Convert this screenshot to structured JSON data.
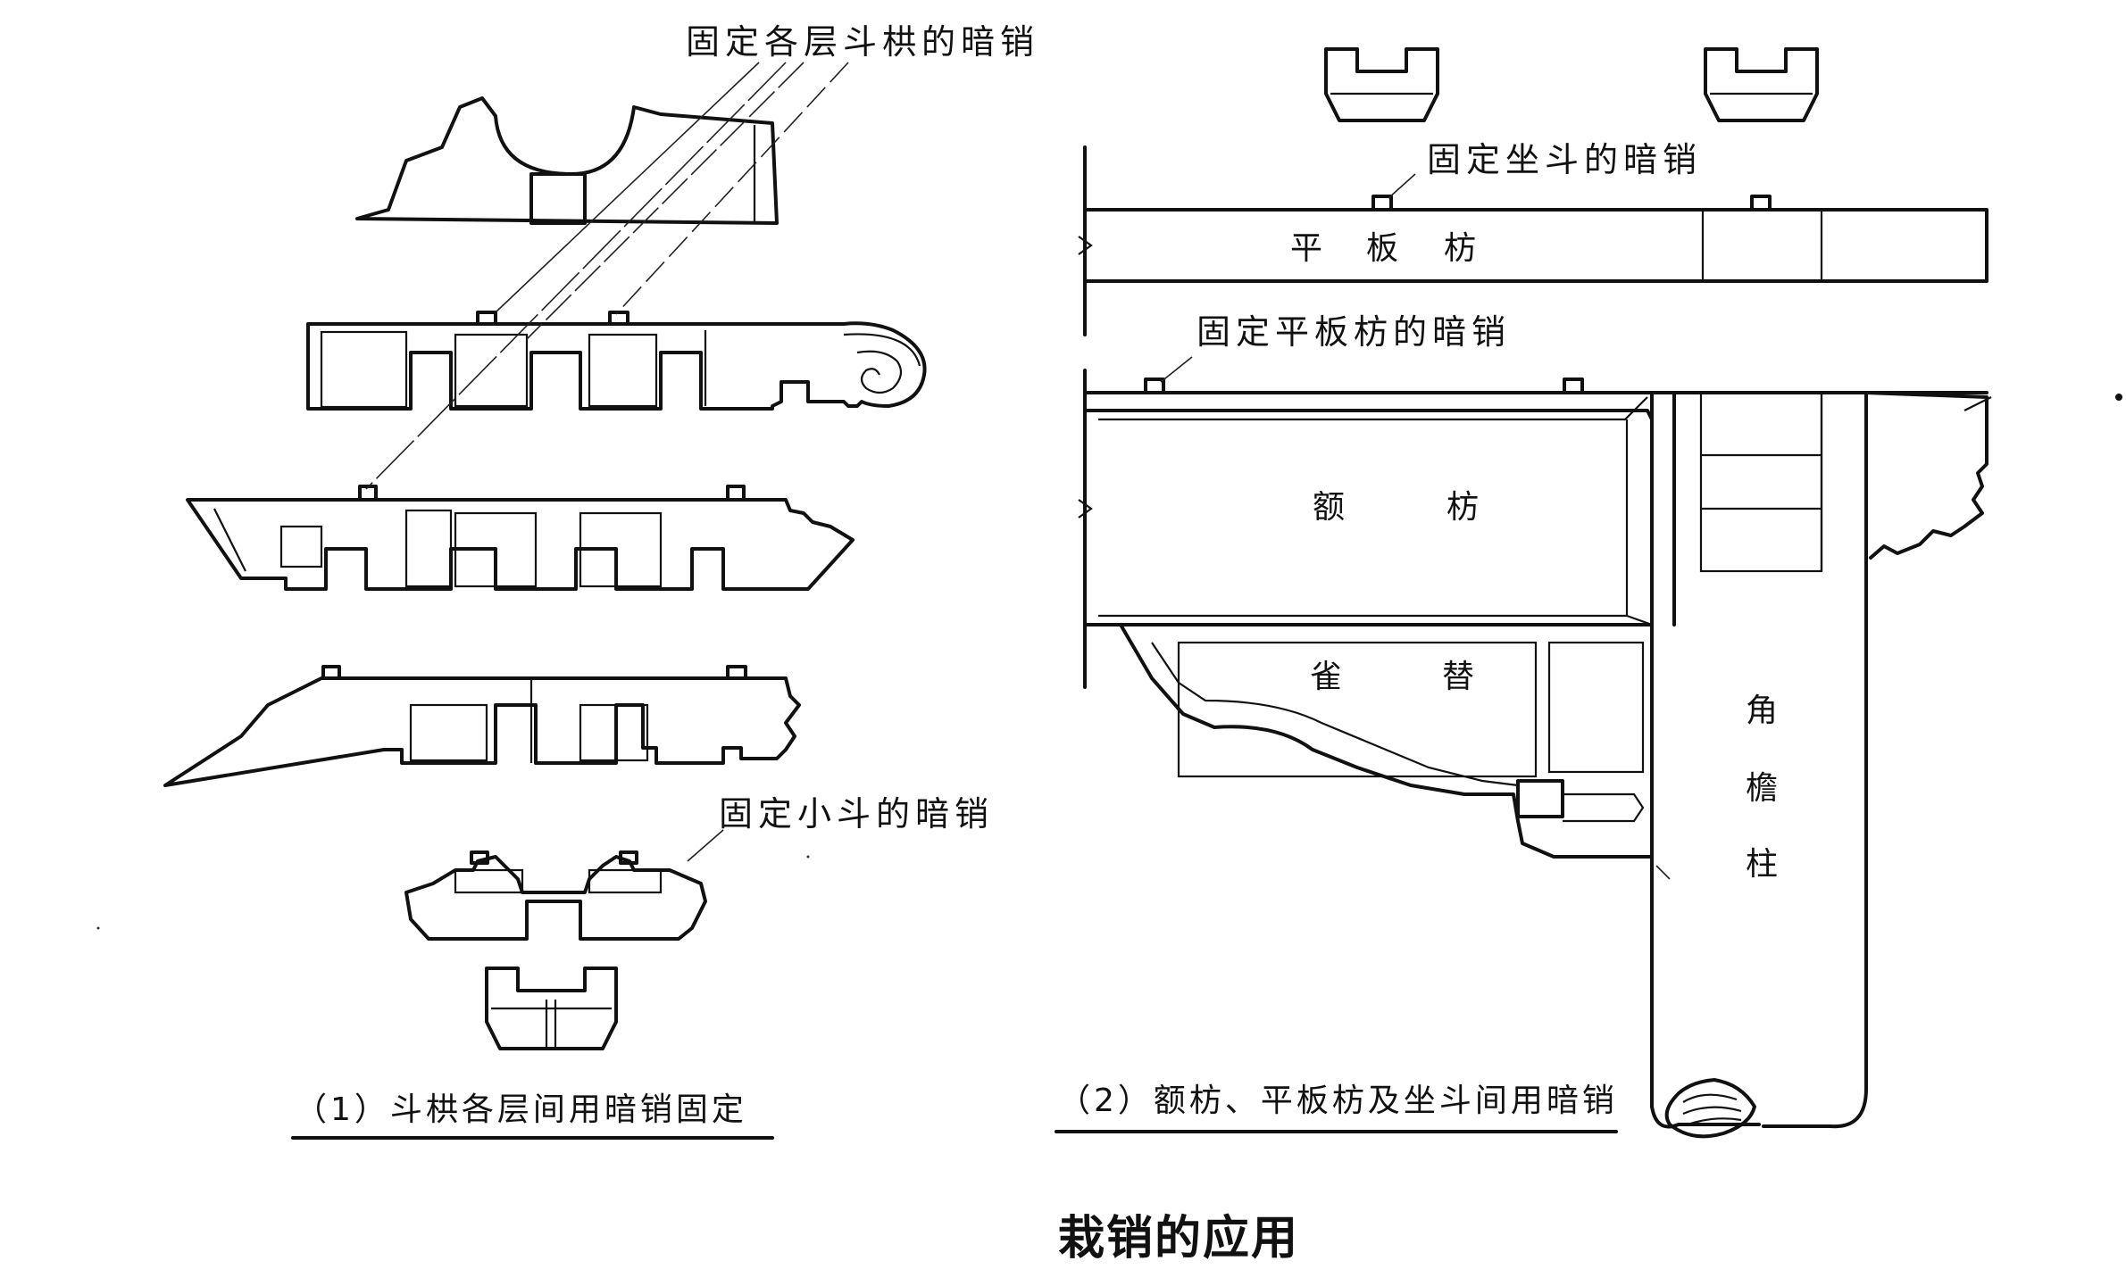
{
  "labels": {
    "left_callout_top": "固定各层斗栱的暗销",
    "left_callout_bottom": "固定小斗的暗销",
    "right_callout_top": "固定坐斗的暗销",
    "right_callout_mid": "固定平板枋的暗销",
    "beam_pingbanfang": [
      "平",
      "板",
      "枋"
    ],
    "beam_efang": [
      "额",
      "枋"
    ],
    "queti": [
      "雀",
      "替"
    ],
    "corner_column": [
      "角",
      "檐",
      "柱"
    ]
  },
  "captions": {
    "left": "（1）斗栱各层间用暗销固定",
    "right": "（2）额枋、平板枋及坐斗间用暗销",
    "main_title": "栽销的应用"
  }
}
